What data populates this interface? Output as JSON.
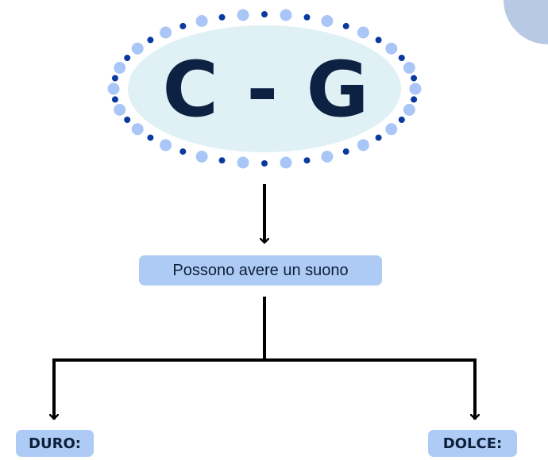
{
  "diagram": {
    "title": "C - G",
    "middle_label": "Possono avere un suono",
    "left_label": "DURO:",
    "right_label": "DOLCE:"
  },
  "colors": {
    "ellipse_fill": "#dff1f5",
    "dot_light": "#a9c6f7",
    "dot_dark": "#0a3a9e",
    "box_fill": "#aecbf5",
    "title_text": "#0d2242",
    "connector": "#000000",
    "corner_circle": "#b7c9e4"
  }
}
